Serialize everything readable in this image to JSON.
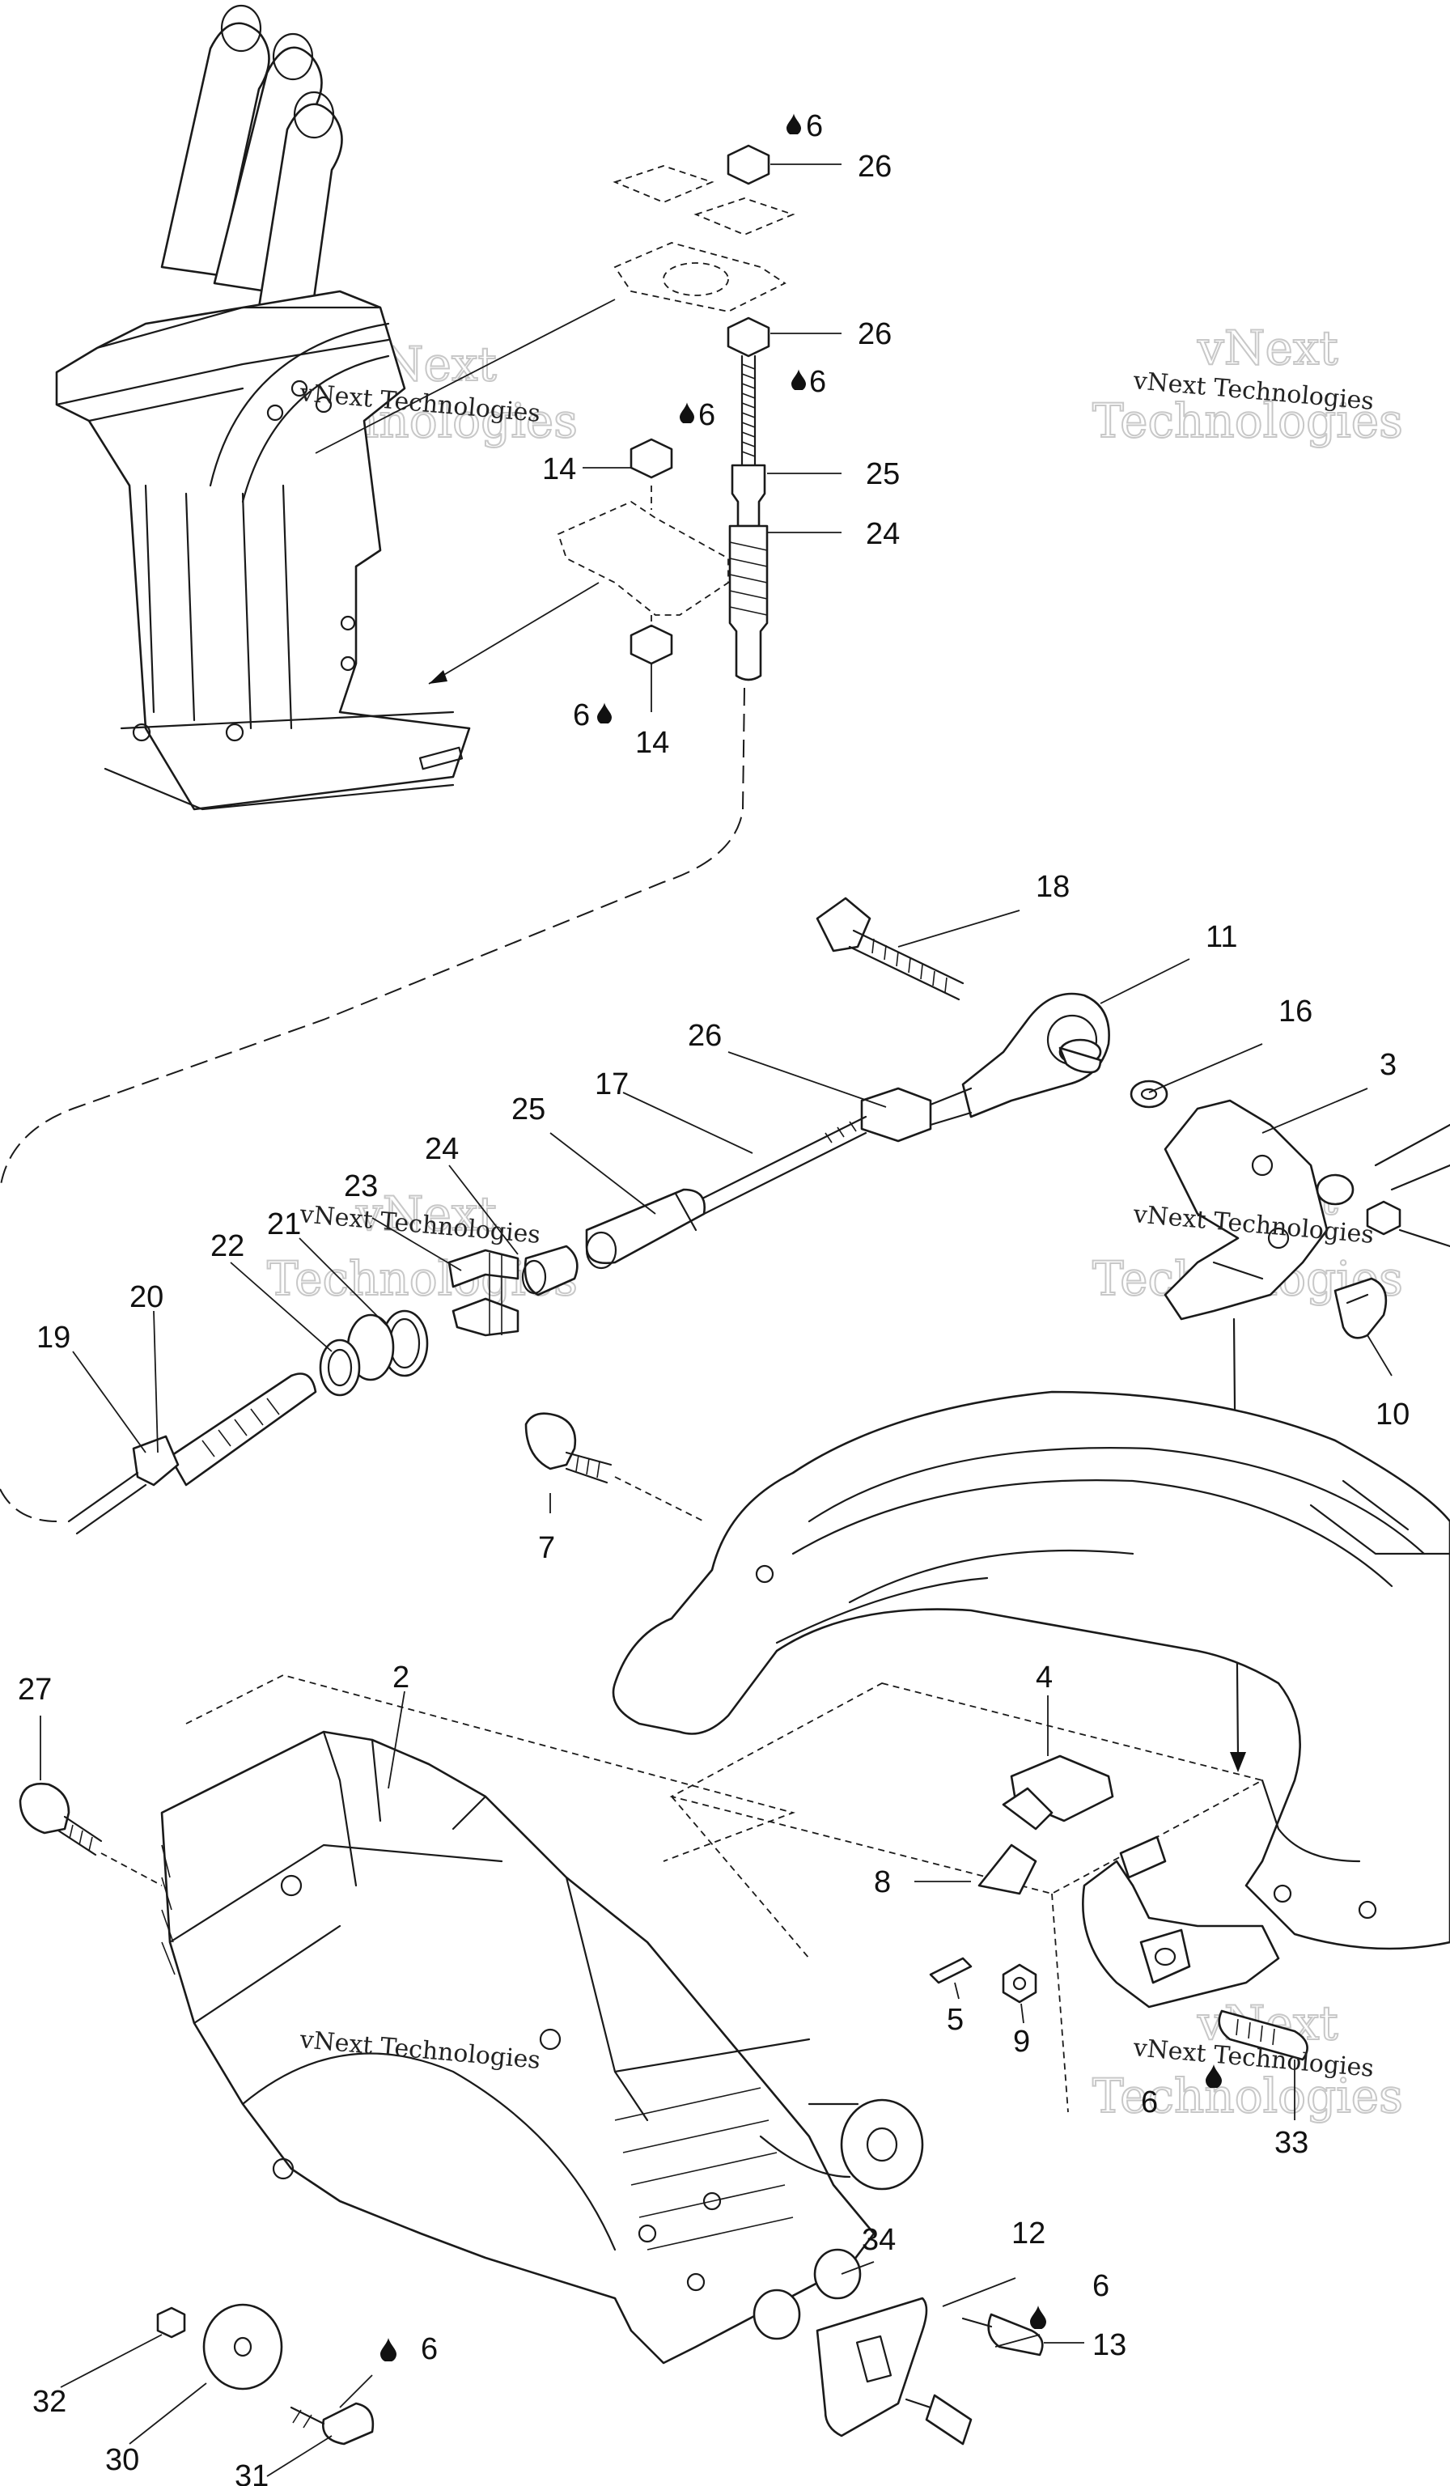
{
  "callouts": {
    "c2": "2",
    "c3": "3",
    "c4": "4",
    "c5": "5",
    "c6": "6",
    "c7": "7",
    "c8": "8",
    "c9": "9",
    "c10": "10",
    "c11": "11",
    "c12": "12",
    "c13": "13",
    "c14": "14",
    "c16": "16",
    "c17": "17",
    "c18": "18",
    "c19": "19",
    "c20": "20",
    "c21": "21",
    "c22": "22",
    "c23": "23",
    "c24": "24",
    "c25": "25",
    "c26": "26",
    "c27": "27",
    "c30": "30",
    "c31": "31",
    "c32": "32",
    "c33": "33",
    "c34": "34"
  },
  "watermark": {
    "line1": "vNext Technologies",
    "big_a": "vNext",
    "big_b": "Technologies"
  },
  "icons": {
    "lubricant": "oil-drop-icon"
  }
}
